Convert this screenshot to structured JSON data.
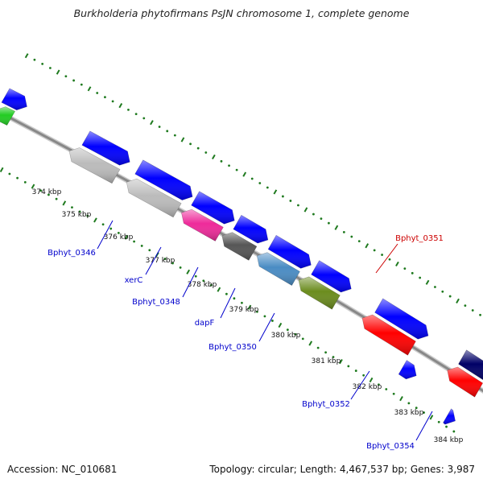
{
  "title": "Burkholderia phytofirmans PsJN chromosome 1, complete genome",
  "footer": {
    "accession": "Accession: NC_010681",
    "summary": "Topology: circular; Length: 4,467,537 bp; Genes: 3,987"
  },
  "scale_labels": [
    "374 kbp",
    "375 kbp",
    "376 kbp",
    "377 kbp",
    "378 kbp",
    "379 kbp",
    "380 kbp",
    "381 kbp",
    "382 kbp",
    "383 kbp",
    "384 kbp"
  ],
  "gene_labels": [
    {
      "text": "Bphyt_0346",
      "color": "#0000cc"
    },
    {
      "text": "xerC",
      "color": "#0000cc"
    },
    {
      "text": "Bphyt_0348",
      "color": "#0000cc"
    },
    {
      "text": "dapF",
      "color": "#0000cc"
    },
    {
      "text": "Bphyt_0350",
      "color": "#0000cc"
    },
    {
      "text": "Bphyt_0351",
      "color": "#cc0000"
    },
    {
      "text": "Bphyt_0352",
      "color": "#0000cc"
    },
    {
      "text": "Bphyt_0354",
      "color": "#0000cc"
    }
  ],
  "colors": {
    "backbone": "#888888",
    "ticks": "#1f7a1f",
    "forward": "#0000ff",
    "reverse": "#ff0000",
    "gray": "#bbbbbb",
    "magenta": "#ee2a9a",
    "darkgray": "#555555",
    "steelblue": "#4a8cc4",
    "olive": "#6b8c1e",
    "navy": "#000066",
    "green": "#22cc22"
  }
}
